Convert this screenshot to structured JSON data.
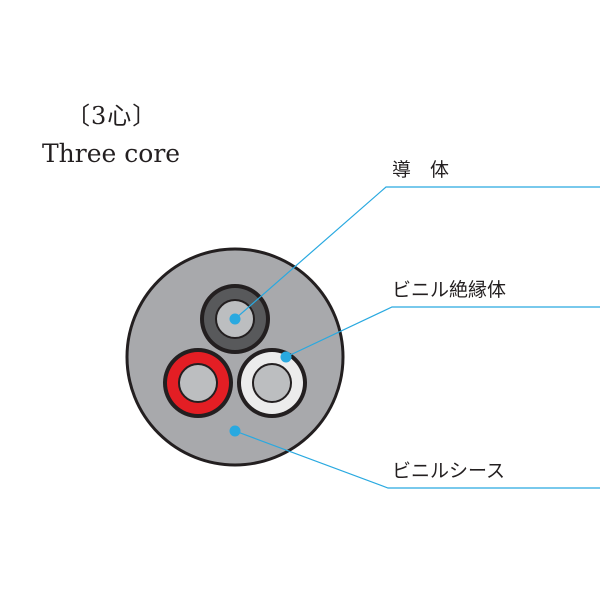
{
  "heading": {
    "cores_jp": "〔3心〕",
    "cores_en": "Three core"
  },
  "callouts": {
    "conductor": "導　体",
    "vinyl_insulation": "ビニル絶縁体",
    "vinyl_sheath": "ビニルシース"
  },
  "colors": {
    "sheath": "#a8a9ac",
    "outline": "#231f20",
    "conductor": "#bcbec0",
    "core_black": "#58595b",
    "core_red": "#e31e24",
    "core_white": "#ececec",
    "leader": "#29a9e0"
  }
}
